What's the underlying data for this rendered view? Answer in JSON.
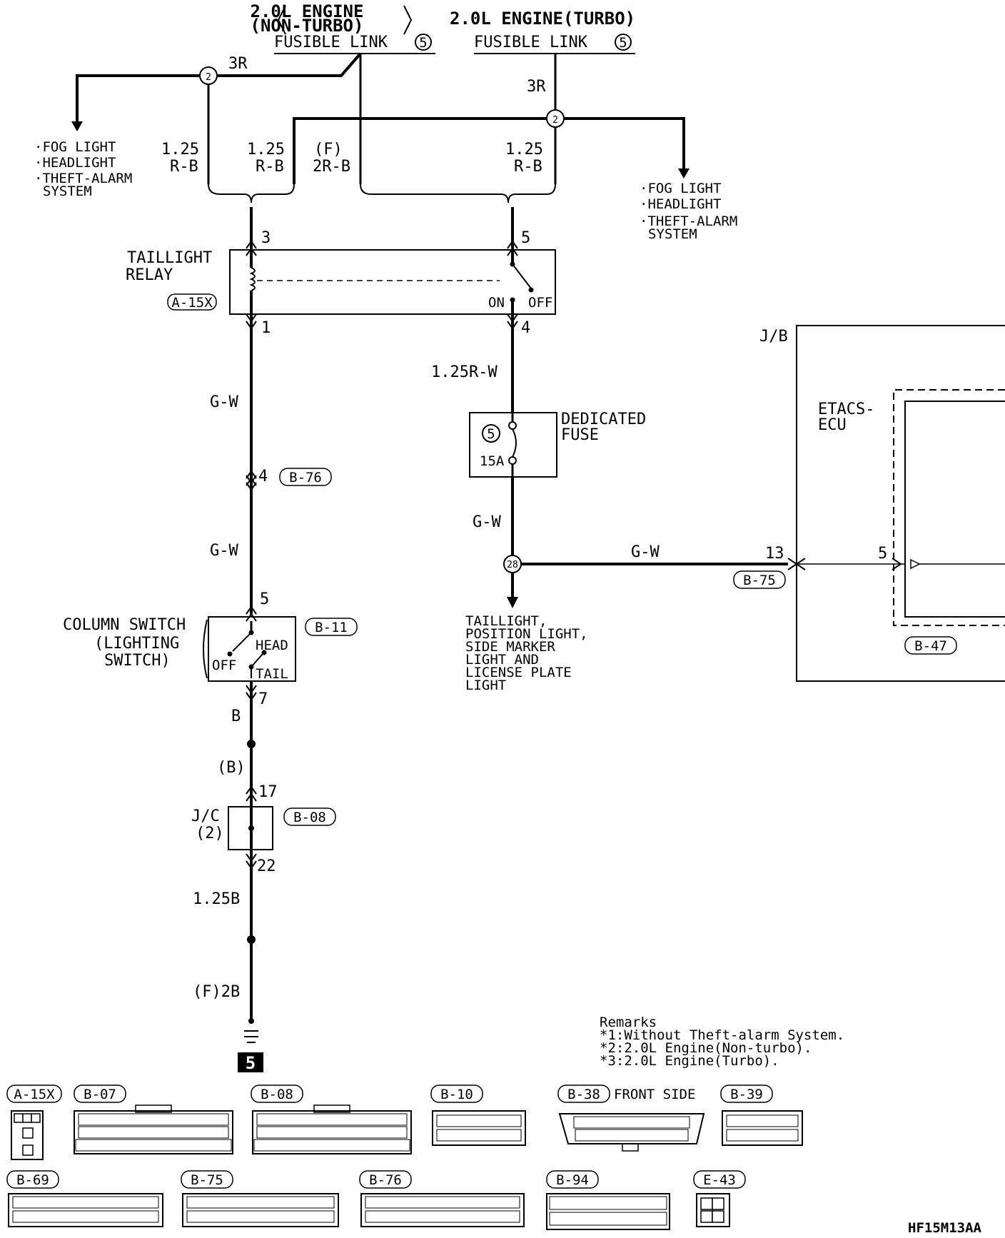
{
  "header": {
    "nonturbo_line1": "2.0L ENGINE",
    "nonturbo_line2": "(NON-TURBO)",
    "turbo": "2.0L ENGINE(TURBO)",
    "fusible_left": "FUSIBLE LINK",
    "fusible_right": "FUSIBLE LINK",
    "fusible_num": "5"
  },
  "wires": {
    "w3r_left": "3R",
    "w3r_right": "3R",
    "w125_a_1": "1.25",
    "w125_a_2": "R-B",
    "w125_b_1": "1.25",
    "w125_b_2": "R-B",
    "wf_1": "(F)",
    "wf_2": "2R-B",
    "w125_c_1": "1.25",
    "w125_c_2": "R-B",
    "gw1": "G-W",
    "gw2": "G-W",
    "gw3": "G-W",
    "gw4": "G-W",
    "r125rw": "1.25R-W",
    "b": "B",
    "b_paren": "(B)",
    "b125": "1.25B",
    "f2b": "(F)2B"
  },
  "branch_nodes": {
    "left": "2",
    "right": "2",
    "gw": "28"
  },
  "left_dest": [
    "·FOG LIGHT",
    "·HEADLIGHT",
    "·THEFT-ALARM",
    "SYSTEM"
  ],
  "right_dest": [
    "·FOG LIGHT",
    "·HEADLIGHT",
    "·THEFT-ALARM",
    "SYSTEM"
  ],
  "relay": {
    "title1": "TAILLIGHT",
    "title2": "RELAY",
    "connector": "A-15X",
    "pin3": "3",
    "pin1": "1",
    "pin5": "5",
    "pin4": "4",
    "on": "ON",
    "off": "OFF"
  },
  "fuse": {
    "title1": "DEDICATED",
    "title2": "FUSE",
    "number": "5",
    "rating": "15A"
  },
  "b76": {
    "pin": "4",
    "connector": "B-76"
  },
  "column_switch": {
    "title1": "COLUMN SWITCH",
    "title2": "(LIGHTING",
    "title3": "SWITCH)",
    "connector": "B-11",
    "pin_in": "5",
    "pin_out": "7",
    "off": "OFF",
    "head": "HEAD",
    "tail": "TAIL"
  },
  "jc": {
    "title1": "J/C",
    "title2": "(2)",
    "connector": "B-08",
    "pin_in": "17",
    "pin_out": "22"
  },
  "ground_number": "5",
  "taillight_dest": [
    "TAILLIGHT,",
    "POSITION LIGHT,",
    "SIDE MARKER",
    "LIGHT AND",
    "LICENSE PLATE",
    "LIGHT"
  ],
  "jb": {
    "label": "J/B",
    "ecu1": "ETACS-",
    "ecu2": "ECU",
    "pin13": "13",
    "pin5": "5",
    "conn_b75": "B-75",
    "conn_b47": "B-47"
  },
  "remarks": [
    "Remarks",
    "*1:Without Theft-alarm System.",
    "*2:2.0L Engine(Non-turbo).",
    "*3:2.0L Engine(Turbo)."
  ],
  "connectors": {
    "a15x": "A-15X",
    "b07": "B-07",
    "b08": "B-08",
    "b10": "B-10",
    "b38": "B-38",
    "b38_note": "FRONT SIDE",
    "b39": "B-39",
    "b69": "B-69",
    "b75": "B-75",
    "b76": "B-76",
    "b94": "B-94",
    "e43": "E-43"
  },
  "footer_code": "HF15M13AA"
}
